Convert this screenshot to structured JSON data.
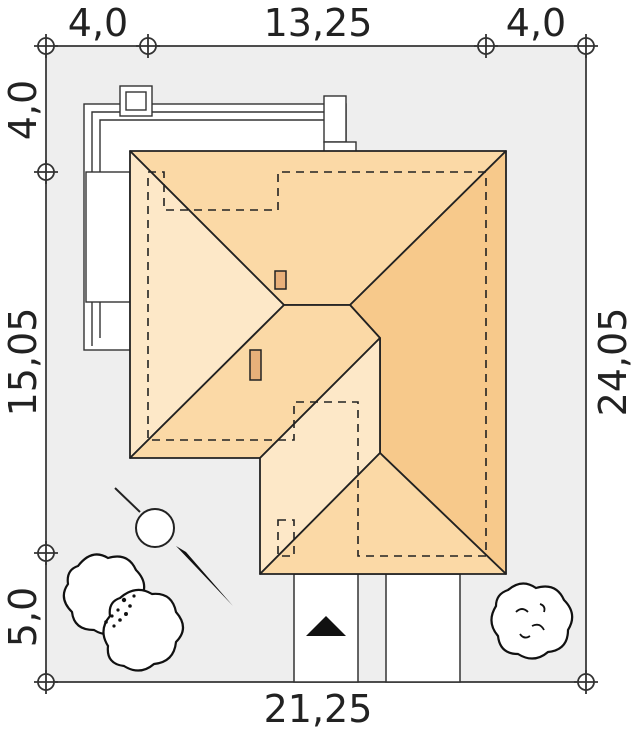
{
  "dimensions": {
    "top_left": "4,0",
    "top_center": "13,25",
    "top_right": "4,0",
    "left_top": "4,0",
    "left_middle": "15,05",
    "left_bottom": "5,0",
    "right_total": "24,05",
    "bottom_total": "21,25"
  },
  "colors": {
    "lot": "#eeeeee",
    "roof_light": "#fde8c8",
    "roof_mid": "#fbd9a6",
    "roof_dark": "#f7c98b",
    "line": "#222222"
  },
  "icons": {
    "compass": "north-arrow-icon",
    "entrance": "entrance-triangle-icon",
    "trees": "tree-icon"
  }
}
